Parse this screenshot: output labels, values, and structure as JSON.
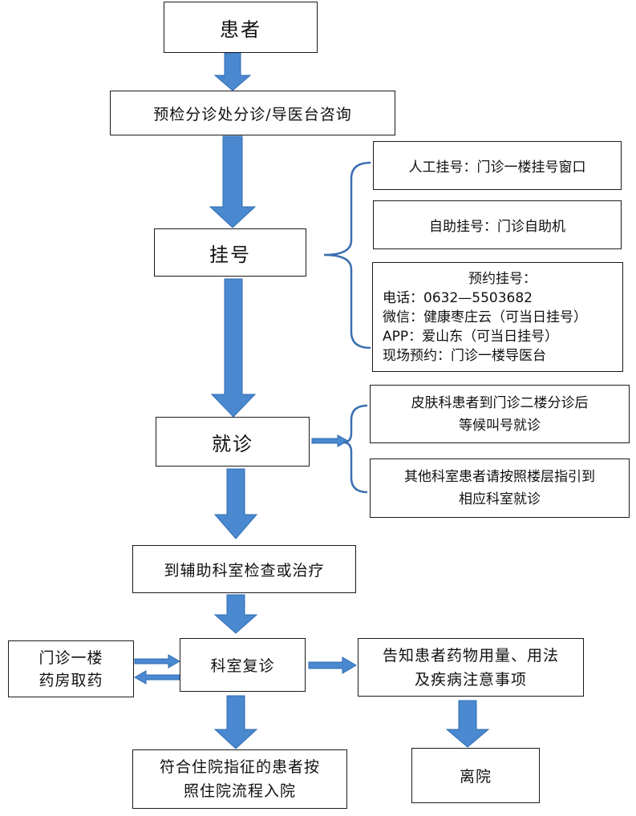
{
  "colors": {
    "arrow": "#4a88cf",
    "arrow_edge": "#2f6db3",
    "border": "#1a1a1a",
    "brace": "#3b6fb0"
  },
  "nodes": {
    "patient": "患者",
    "triage": "预检分诊处分诊/导医台咨询",
    "register": "挂号",
    "manual_reg": "人工挂号：门诊一楼挂号窗口",
    "self_reg": "自助挂号：门诊自助机",
    "appointment": {
      "title": "预约挂号：",
      "lines": [
        "电话：0632—5503682",
        "微信：健康枣庄云（可当日挂号）",
        "APP：爱山东（可当日挂号）",
        "现场预约：门诊一楼导医台"
      ]
    },
    "visit": "就诊",
    "derm": [
      "皮肤科患者到门诊二楼分诊后",
      "等候叫号就诊"
    ],
    "other_dept": [
      "其他科室患者请按照楼层指引到",
      "相应科室就诊"
    ],
    "auxiliary": "到辅助科室检查或治疗",
    "follow_up": "科室复诊",
    "pharmacy": [
      "门诊一楼",
      "药房取药"
    ],
    "medication_info": [
      "告知患者药物用量、用法",
      "及疾病注意事项"
    ],
    "admission": [
      "符合住院指征的患者按",
      "照住院流程入院"
    ],
    "discharge": "离院"
  }
}
